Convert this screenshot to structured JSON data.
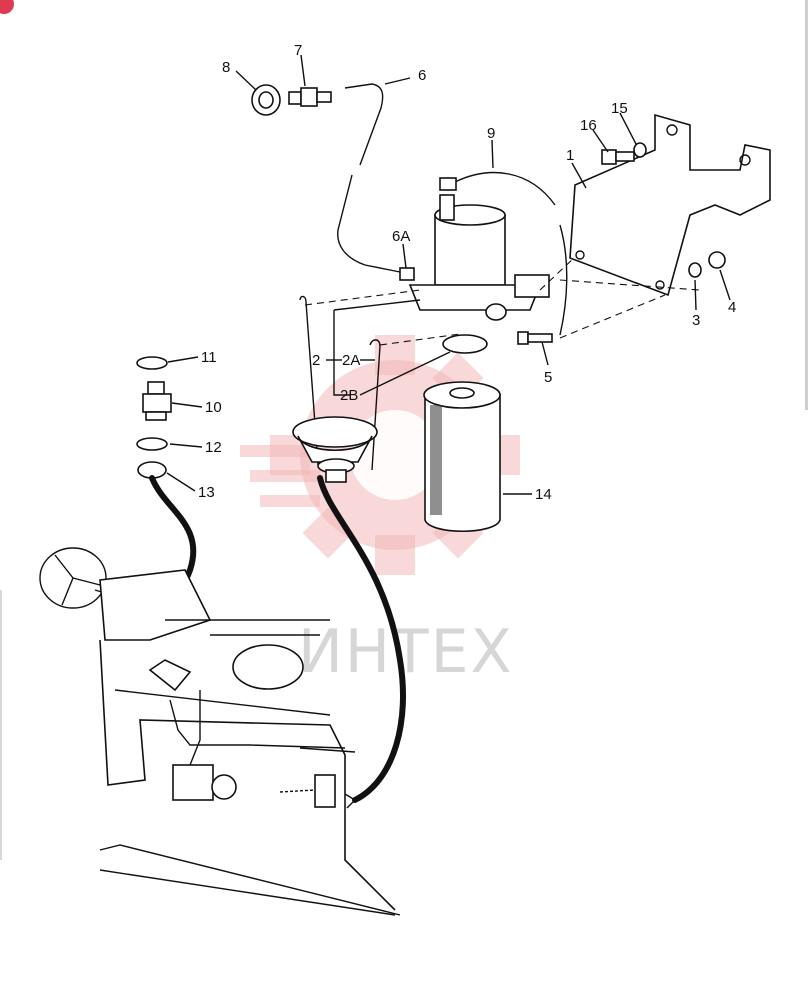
{
  "watermark": {
    "text": "ИНТЕХ",
    "color": "#f3b8b8"
  },
  "callouts": [
    "1",
    "2",
    "2A",
    "2B",
    "3",
    "4",
    "5",
    "6",
    "6A",
    "7",
    "8",
    "9",
    "10",
    "11",
    "12",
    "13",
    "14",
    "15",
    "16"
  ]
}
